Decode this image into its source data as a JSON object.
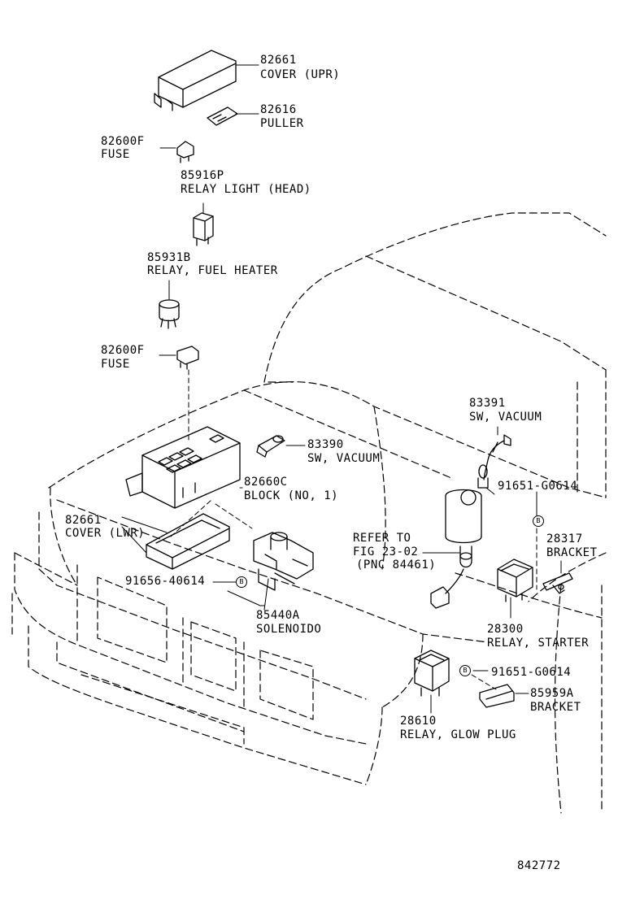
{
  "parts": [
    {
      "id": "cover_upr",
      "number": "82661",
      "name": "COVER (UPR)"
    },
    {
      "id": "puller",
      "number": "82616",
      "name": "PULLER"
    },
    {
      "id": "fuse_top",
      "number": "82600F",
      "name": "FUSE"
    },
    {
      "id": "relay_light",
      "number": "85916P",
      "name": "RELAY LIGHT (HEAD)"
    },
    {
      "id": "relay_fuel",
      "number": "85931B",
      "name": "RELAY, FUEL HEATER"
    },
    {
      "id": "fuse_mid",
      "number": "82600F",
      "name": "FUSE"
    },
    {
      "id": "sw_vac_1",
      "number": "83391",
      "name": "SW, VACUUM"
    },
    {
      "id": "sw_vac_2",
      "number": "83390",
      "name": "SW, VACUUM"
    },
    {
      "id": "block",
      "number": "82660C",
      "name": "BLOCK (NO, 1)"
    },
    {
      "id": "bolt_1",
      "number": "91651-G0614",
      "name": ""
    },
    {
      "id": "cover_lwr",
      "number": "82661",
      "name": "COVER (LWR)"
    },
    {
      "id": "bracket_1",
      "number": "28317",
      "name": "BRACKET"
    },
    {
      "id": "bolt_2",
      "number": "91656-40614",
      "name": ""
    },
    {
      "id": "solenoid",
      "number": "85440A",
      "name": "SOLENOIDO"
    },
    {
      "id": "relay_starter",
      "number": "28300",
      "name": "RELAY, STARTER"
    },
    {
      "id": "bolt_3",
      "number": "91651-G0614",
      "name": ""
    },
    {
      "id": "bracket_2",
      "number": "85959A",
      "name": "BRACKET"
    },
    {
      "id": "relay_glow",
      "number": "28610",
      "name": "RELAY, GLOW PLUG"
    }
  ],
  "refer": {
    "line1": "REFER TO",
    "line2": "FIG 23-02",
    "line3": "(PNC 84461)"
  },
  "bolt_marker": "B",
  "figure_number": "842772"
}
